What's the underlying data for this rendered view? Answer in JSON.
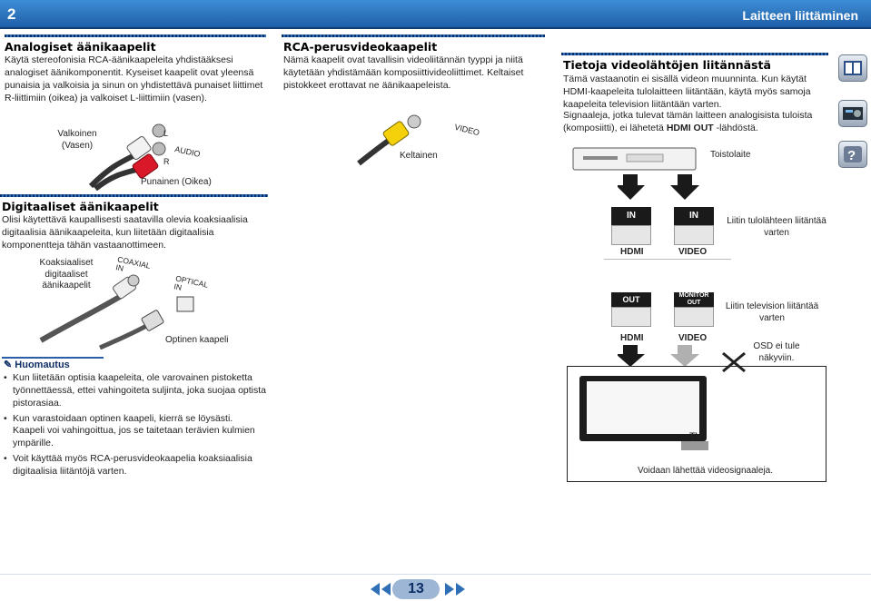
{
  "header": {
    "chapter": "2",
    "title": "Laitteen liittäminen"
  },
  "analog": {
    "heading": "Analogiset äänikaapelit",
    "text": "Käytä stereofonisia RCA-äänikaapeleita yhdistääksesi analogiset äänikomponentit. Kyseiset kaapelit ovat yleensä punaisia ja valkoisia ja sinun on yhdistettävä punaiset liittimet R-liittimiin (oikea) ja valkoiset L-liittimiin (vasen).",
    "white_label": "Valkoinen\n(Vasen)",
    "red_label": "Punainen (Oikea)",
    "jack_l": "L",
    "jack_r": "R",
    "audio": "AUDIO"
  },
  "rca": {
    "heading": "RCA-perusvideokaapelit",
    "text": "Nämä kaapelit ovat tavallisin videoliitännän tyyppi ja niitä käytetään yhdistämään komposiittivideoliittimet. Keltaiset pistokkeet erottavat ne äänikaapeleista.",
    "yellow_label": "Keltainen",
    "video": "VIDEO"
  },
  "digital": {
    "heading": "Digitaaliset äänikaapelit",
    "text": "Olisi käytettävä kaupallisesti saatavilla olevia koaksiaalisia digitaalisia äänikaapeleita, kun liitetään digitaalisia komponentteja tähän vastaanottimeen.",
    "coax_label": "Koaksiaaliset\ndigitaaliset\näänikaapelit",
    "coax_in": "COAXIAL\nIN",
    "optical_in": "OPTICAL\nIN",
    "optical_label": "Optinen kaapeli"
  },
  "note": {
    "heading": "Huomautus",
    "items": [
      "Kun liitetään optisia kaapeleita, ole varovainen pistoketta työnnettäessä, ettei vahingoiteta suljinta, joka suojaa optista pistorasiaa.",
      "Kun varastoidaan optinen kaapeli, kierrä se löysästi. Kaapeli voi vahingoittua, jos se taitetaan terävien kulmien ympärille.",
      "Voit käyttää myös RCA-perusvideokaapelia koaksiaalisia digitaalisia liitäntöjä varten."
    ]
  },
  "video_info": {
    "heading": "Tietoja videolähtöjen liitännästä",
    "text1": "Tämä vastaanotin ei sisällä videon muunninta. Kun käytät HDMI-kaapeleita tulolaitteen liitäntään, käytä myös samoja kaapeleita television liitäntään varten.",
    "text2a": "Signaaleja, jotka tulevat tämän laitteen analogisista tuloista (komposiitti), ei lähetetä ",
    "text2b": "HDMI OUT",
    "text2c": " -lähdöstä.",
    "player_label": "Toistolaite",
    "in1": "IN",
    "in2": "IN",
    "hdmi1": "HDMI",
    "video1": "VIDEO",
    "input_label": "Liitin tulolähteen liitäntää varten",
    "out": "OUT",
    "monitor_out": "MONITOR\nOUT",
    "tv_conn_label": "Liitin television liitäntää varten",
    "hdmi2": "HDMI",
    "video2": "VIDEO",
    "osd_label": "OSD ei tule näkyviin.",
    "tv": "TV",
    "flow_label": "Voidaan lähettää videosignaaleja."
  },
  "page_number": "13"
}
